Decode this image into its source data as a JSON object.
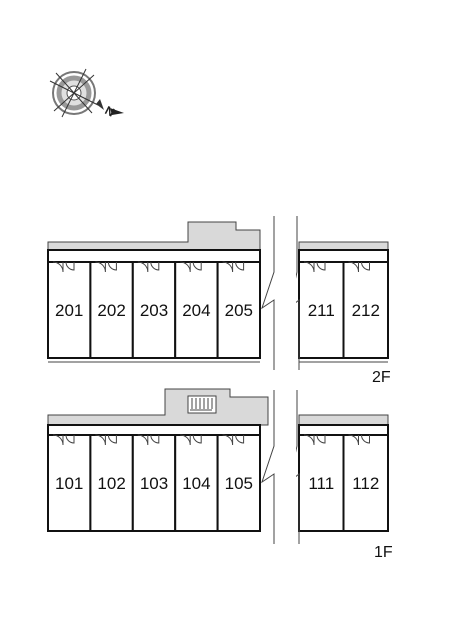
{
  "compass": {
    "icon": "compass-rose-icon",
    "north_label": "N"
  },
  "floors": [
    {
      "id": "2f",
      "label": "2F",
      "rooms": [
        "201",
        "202",
        "203",
        "204",
        "205",
        "211",
        "212"
      ]
    },
    {
      "id": "1f",
      "label": "1F",
      "rooms": [
        "101",
        "102",
        "103",
        "104",
        "105",
        "111",
        "112"
      ]
    }
  ],
  "colors": {
    "corridor": "#d9d9d9",
    "wall": "#111111",
    "background": "#ffffff"
  }
}
